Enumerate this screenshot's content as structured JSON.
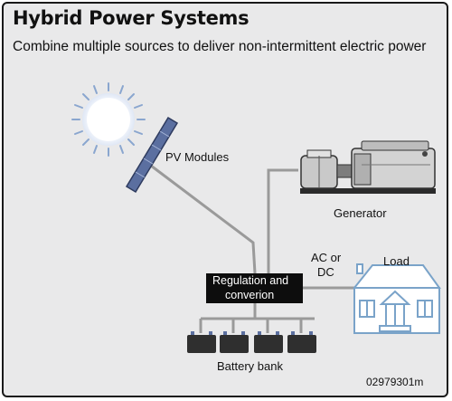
{
  "title": "Hybrid Power Systems",
  "subtitle": "Combine multiple sources to deliver non-intermittent electric power",
  "labels": {
    "pv_modules": "PV Modules",
    "generator": "Generator",
    "ac_or": "AC or",
    "dc": "DC",
    "load": "Load",
    "regulation_line1": "Regulation and",
    "regulation_line2": "converion",
    "battery_bank": "Battery bank",
    "image_code": "02979301m"
  },
  "colors": {
    "background": "#e9e9ea",
    "wire": "#9a9a9a",
    "house": "#7aa3c9",
    "sun_rays": "#8aa6cf",
    "panel": "#5b6fa0"
  }
}
